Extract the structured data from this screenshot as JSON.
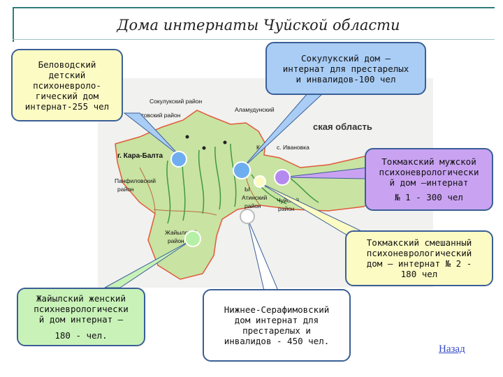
{
  "title": "Дома интернаты Чуйской области",
  "map_labels": {
    "sokuluk": "Сокулукский район",
    "moskovsky": "товский район",
    "alamudun": "Аламудунский",
    "oblast": "ская область",
    "kara_balta": "г. Кара-Балта",
    "ivanovka": "с. Ивановка",
    "panfilov_1": "Панфиловский",
    "panfilov_2": "район",
    "kemin": "Ка",
    "ysyk_ata_1": "Ы",
    "ysyk_ata_2": "Атинский",
    "ysyk_ata_3": "район",
    "chui_1": "Чуйский",
    "chui_2": "район",
    "zhaiyl_1": "Жайылский",
    "zhaiyl_2": "район"
  },
  "callouts": {
    "belovodsky": [
      "Беловодский",
      "детский",
      "психоневроло-",
      "гический дом",
      "интернат-255 чел"
    ],
    "sokuluk": [
      "Сокулукский дом –",
      "интернат для престарелых",
      "и инвалидов-100 чел"
    ],
    "tokmak_male": [
      "Токмакский мужской",
      "психоневрологически",
      "й дом –интернат",
      "№ 1 - 300 чел"
    ],
    "tokmak_mixed": [
      "Токмакский  смешанный",
      "психоневрологический",
      "дом – интернат  № 2 -",
      "180 чел"
    ],
    "zhaiyl_female": [
      "Жайылский женский",
      "психневрологически",
      "й дом интернат –",
      "180 - чел."
    ],
    "nizhne_serafim": [
      "Нижнее-Серафимовский",
      "дом интернат для",
      "престарелых и",
      "инвалидов - 450 чел."
    ]
  },
  "nav_link": "Назад",
  "colors": {
    "map_fill": "#c9e3a2",
    "border": "#3a5f96",
    "river": "#3f9a3f"
  }
}
